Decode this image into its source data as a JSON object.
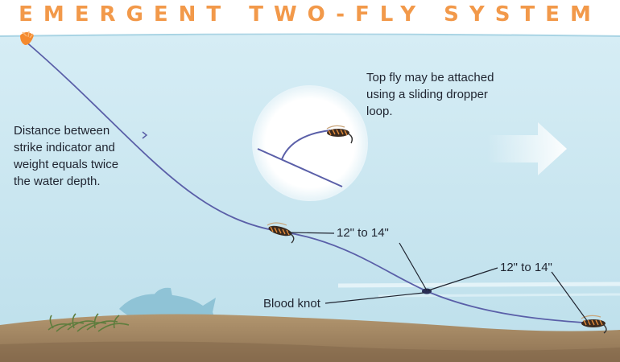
{
  "title": "EMERGENT TWO-FLY SYSTEM",
  "notes": {
    "distance": "Distance between strike indicator and weight equals twice the water depth.",
    "dropper": "Top fly may be attached using a sliding dropper loop."
  },
  "measurements": {
    "upper": "12\" to 14\"",
    "lower": "12\" to 14\""
  },
  "knot_label": "Blood knot",
  "colors": {
    "title": "#f2994a",
    "water_top": "#d3ecf4",
    "water_bottom": "#bfe1ee",
    "line": "#5a5fa8",
    "riverbed": "#a88a68",
    "indicator": "#f58a2e",
    "fish": "#8fc3d6"
  }
}
